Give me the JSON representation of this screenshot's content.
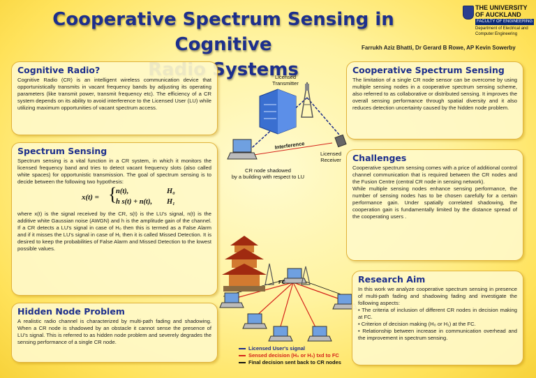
{
  "title_line1": "Cooperative Spectrum Sensing in Cognitive",
  "title_line2": "Radio Systems",
  "authors": "Farrukh Aziz Bhatti, Dr Gerard B Rowe, AP Kevin Sowerby",
  "university": {
    "line1": "THE UNIVERSITY",
    "line2": "OF AUCKLAND",
    "faculty": "FACULTY OF ENGINEERING",
    "dept1": "Department of Electrical and",
    "dept2": "Computer Engineering"
  },
  "cognitive_radio": {
    "heading": "Cognitive Radio?",
    "text": "Cognitive Radio (CR) is an intelligent wireless communication device that opportunistically transmits in vacant frequency bands by adjusting its operating parameters (like transmit power, transmit frequency etc). The efficiency of a CR system depends on its ability to avoid interference to the Licensed User (LU) while utilizing maximum opportunities of vacant spectrum access."
  },
  "spectrum_sensing": {
    "heading": "Spectrum Sensing",
    "text1": "Spectrum sensing is a vital function in a CR system, in which it monitors the licensed frequency band and tries to detect vacant frequency slots (also called white spaces) for opportunistic transmission.  The goal of spectrum sensing is to decide between the following two hypothesis:",
    "eq_lhs": "x(t) =",
    "eq_case1": "n(t),",
    "eq_case2": "h s(t) + n(t),",
    "eq_h0": "H₀",
    "eq_h1": "H₁",
    "text2": "where x(t) is the signal received by the CR, s(t) is the LU's signal, n(t) is the additive white Gaussian noise (AWGN) and h is the amplitude gain of the channel.  If a CR detects a LU's signal in case of H₀ then this is termed as a False Alarm and if it misses the LU's signal in case of H₁ then it is called Missed Detection. It is desired to keep the probabilities of False Alarm and Missed Detection to the lowest possible values."
  },
  "hidden_node": {
    "heading": "Hidden Node Problem",
    "text": "A realistic radio channel is characterized by multi-path fading and shadowing. When a CR node is shadowed by an obstacle it cannot sense the presence of LU's signal. This is referred to as hidden node problem and severely degrades the sensing performance of a single CR node."
  },
  "cooperative": {
    "heading": "Cooperative Spectrum Sensing",
    "text": "The limitation of a single CR node sensor can be overcome by using multiple sensing nodes in a cooperative spectrum sensing scheme, also referred to as collaborative or distributed sensing. It improves the overall sensing performance through spatial diversity and it also reduces detection uncertainty caused by the hidden node problem."
  },
  "challenges": {
    "heading": "Challenges",
    "text1": "Cooperative spectrum sensing comes with a price of additional  control channel communication that is required between the CR nodes and the Fusion Centre (central CR node in sensing network).",
    "text2": "While multiple sensing nodes enhance sensing performance, the number of sensing nodes has to be chosen carefully for a certain performance gain. Under spatially correlated shadowing, the cooperation gain is fundamentally limited by the distance spread of the cooperating users ."
  },
  "research_aim": {
    "heading": "Research Aim",
    "text": "In this work we analyze cooperative spectrum sensing in presence of multi-path fading and shadowing fading   and investigate the following aspects:",
    "bullets": [
      "• The criteria of inclusion of different CR nodes in decision making at FC.",
      "• Criterion of decision making (H₀ or H₁) at the FC.",
      "• Relationship between increase in communication overhead and the improvement in spectrum sensing."
    ]
  },
  "diagram": {
    "licensed_transmitter_1": "Licensed",
    "licensed_transmitter_2": "Transmitter",
    "interference": "Interference",
    "licensed_receiver_1": "Licensed",
    "licensed_receiver_2": "Receiver",
    "shadowed_1": "CR node shadowed",
    "shadowed_2": "by a building with respect to LU",
    "fc": "FC"
  },
  "legend": [
    {
      "text": "Licensed User's signal",
      "color": "#1a2a8a"
    },
    {
      "text": "Sensed decision (H₀ or H₁) txd to FC",
      "color": "#d4221a"
    },
    {
      "text": "Final decision sent back to CR nodes",
      "color": "#111111"
    }
  ],
  "colors": {
    "title": "#1d2f8c",
    "box_border": "#e0b23a",
    "building": "#3a6fd0",
    "pagoda": "#a02a10"
  }
}
